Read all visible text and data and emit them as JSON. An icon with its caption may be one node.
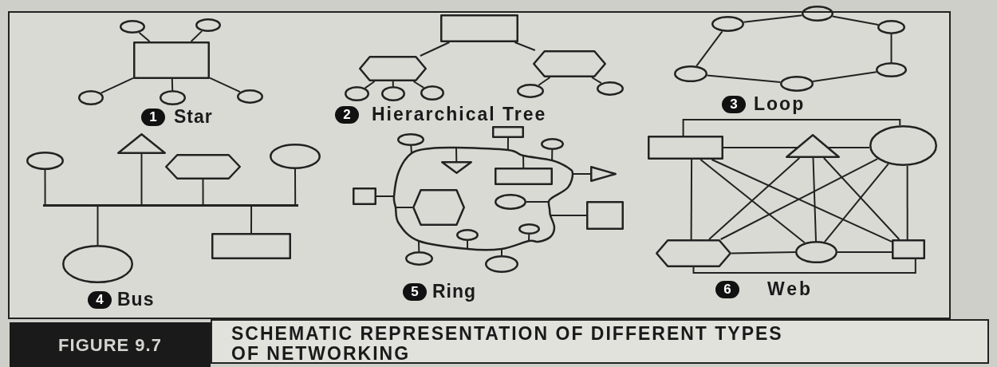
{
  "diagram": {
    "nodes": [
      {
        "text": [],
        "shape": "box"
      },
      {
        "text": [],
        "shape": "circle"
      },
      {
        "text": [],
        "shape": "circle"
      },
      {
        "text": [],
        "shape": "circle"
      },
      {
        "text": [],
        "shape": "circle"
      },
      {
        "text": [],
        "shape": "circle"
      },
      {
        "text": [
          "1"
        ],
        "beside": [
          "Star"
        ]
      },
      {
        "text": [],
        "shape": "box"
      },
      {
        "text": [],
        "shape": "hexagon"
      },
      {
        "text": [],
        "shape": "hexagon"
      },
      {
        "text": [],
        "shape": "circle"
      },
      {
        "text": [],
        "shape": "circle"
      },
      {
        "text": [],
        "shape": "circle"
      },
      {
        "text": [],
        "shape": "circle"
      },
      {
        "text": [],
        "shape": "circle"
      },
      {
        "text": [
          "2"
        ],
        "beside": [
          "Hierarchical Tree"
        ]
      },
      {
        "text": [],
        "shape": "circle"
      },
      {
        "text": [],
        "shape": "circle"
      },
      {
        "text": [],
        "shape": "circle"
      },
      {
        "text": [],
        "shape": "circle"
      },
      {
        "text": [],
        "shape": "circle"
      },
      {
        "text": [],
        "shape": "circle"
      },
      {
        "text": [
          "3"
        ],
        "beside": [
          "Loop"
        ]
      },
      {
        "text": [],
        "shape": "circle"
      },
      {
        "text": [],
        "shape": "triangle"
      },
      {
        "text": [],
        "shape": "hexagon"
      },
      {
        "text": [],
        "shape": "circle"
      },
      {
        "text": [],
        "shape": "bar"
      },
      {
        "text": [],
        "shape": "circle"
      },
      {
        "text": [],
        "shape": "box"
      },
      {
        "text": [
          "4"
        ],
        "beside": [
          "Bus"
        ]
      },
      {
        "text": [],
        "shape": "ring"
      },
      {
        "text": [],
        "shape": "circle"
      },
      {
        "text": [],
        "shape": "box"
      },
      {
        "text": [],
        "shape": "circle"
      },
      {
        "text": [],
        "shape": "triangle",
        "in": 31
      },
      {
        "text": [],
        "shape": "box",
        "in": 31
      },
      {
        "text": [],
        "shape": "triangle"
      },
      {
        "text": [],
        "shape": "box"
      },
      {
        "text": [],
        "shape": "hexagon",
        "in": 31
      },
      {
        "text": [],
        "shape": "circle",
        "in": 31
      },
      {
        "text": [],
        "shape": "box"
      },
      {
        "text": [],
        "shape": "circle",
        "in": 31
      },
      {
        "text": [],
        "shape": "circle",
        "in": 31
      },
      {
        "text": [],
        "shape": "circle"
      },
      {
        "text": [],
        "shape": "circle"
      },
      {
        "text": [
          "5"
        ],
        "beside": [
          "Ring"
        ]
      },
      {
        "text": [],
        "shape": "box"
      },
      {
        "text": [],
        "shape": "triangle"
      },
      {
        "text": [],
        "shape": "circle"
      },
      {
        "text": [],
        "shape": "hexagon"
      },
      {
        "text": [],
        "shape": "circle"
      },
      {
        "text": [],
        "shape": "box"
      },
      {
        "text": [
          "6"
        ],
        "beside": [
          "Web"
        ]
      },
      {
        "text": [
          "FIGURE 9.7"
        ]
      },
      {
        "text": [
          "SCHEMATIC REPRESENTATION OF DIFFERENT TYPES OF NETWORKING"
        ]
      }
    ],
    "edges": [
      {
        "from": 0,
        "to": 1,
        "arrow": "none"
      },
      {
        "from": 0,
        "to": 2,
        "arrow": "none"
      },
      {
        "from": 0,
        "to": 3,
        "arrow": "none"
      },
      {
        "from": 0,
        "to": 4,
        "arrow": "none"
      },
      {
        "from": 0,
        "to": 5,
        "arrow": "none"
      },
      {
        "from": 7,
        "to": 8,
        "arrow": "none"
      },
      {
        "from": 7,
        "to": 9,
        "arrow": "none"
      },
      {
        "from": 8,
        "to": 10,
        "arrow": "none"
      },
      {
        "from": 8,
        "to": 11,
        "arrow": "none"
      },
      {
        "from": 8,
        "to": 12,
        "arrow": "none"
      },
      {
        "from": 9,
        "to": 13,
        "arrow": "none"
      },
      {
        "from": 9,
        "to": 14,
        "arrow": "none"
      },
      {
        "from": 16,
        "to": 17,
        "arrow": "none"
      },
      {
        "from": 17,
        "to": 18,
        "arrow": "none"
      },
      {
        "from": 18,
        "to": 19,
        "arrow": "none"
      },
      {
        "from": 19,
        "to": 20,
        "arrow": "none"
      },
      {
        "from": 20,
        "to": 21,
        "arrow": "none"
      },
      {
        "from": 21,
        "to": 16,
        "arrow": "none"
      },
      {
        "from": 23,
        "to": 27,
        "arrow": "none"
      },
      {
        "from": 24,
        "to": 27,
        "arrow": "none"
      },
      {
        "from": 25,
        "to": 27,
        "arrow": "none"
      },
      {
        "from": 26,
        "to": 27,
        "arrow": "none"
      },
      {
        "from": 28,
        "to": 27,
        "arrow": "none"
      },
      {
        "from": 29,
        "to": 27,
        "arrow": "none"
      },
      {
        "from": 32,
        "to": 31,
        "arrow": "none"
      },
      {
        "from": 33,
        "to": 31,
        "arrow": "none"
      },
      {
        "from": 34,
        "to": 31,
        "arrow": "none"
      },
      {
        "from": 35,
        "to": 31,
        "arrow": "none"
      },
      {
        "from": 36,
        "to": 31,
        "arrow": "none"
      },
      {
        "from": 37,
        "to": 31,
        "arrow": "none"
      },
      {
        "from": 38,
        "to": 31,
        "arrow": "none"
      },
      {
        "from": 39,
        "to": 31,
        "arrow": "none"
      },
      {
        "from": 40,
        "to": 31,
        "arrow": "none"
      },
      {
        "from": 41,
        "to": 31,
        "arrow": "none"
      },
      {
        "from": 42,
        "to": 31,
        "arrow": "none"
      },
      {
        "from": 43,
        "to": 31,
        "arrow": "none"
      },
      {
        "from": 44,
        "to": 31,
        "arrow": "none"
      },
      {
        "from": 45,
        "to": 31,
        "arrow": "none"
      },
      {
        "from": 47,
        "to": 48,
        "arrow": "none"
      },
      {
        "from": 47,
        "to": 49,
        "arrow": "none"
      },
      {
        "from": 47,
        "to": 50,
        "arrow": "none"
      },
      {
        "from": 47,
        "to": 51,
        "arrow": "none"
      },
      {
        "from": 47,
        "to": 52,
        "arrow": "none"
      },
      {
        "from": 48,
        "to": 49,
        "arrow": "none"
      },
      {
        "from": 48,
        "to": 50,
        "arrow": "none"
      },
      {
        "from": 48,
        "to": 51,
        "arrow": "none"
      },
      {
        "from": 48,
        "to": 52,
        "arrow": "none"
      },
      {
        "from": 49,
        "to": 50,
        "arrow": "none"
      },
      {
        "from": 49,
        "to": 51,
        "arrow": "none"
      },
      {
        "from": 49,
        "to": 52,
        "arrow": "none"
      },
      {
        "from": 50,
        "to": 51,
        "arrow": "none"
      },
      {
        "from": 50,
        "to": 52,
        "arrow": "none"
      },
      {
        "from": 51,
        "to": 52,
        "arrow": "none"
      }
    ]
  }
}
